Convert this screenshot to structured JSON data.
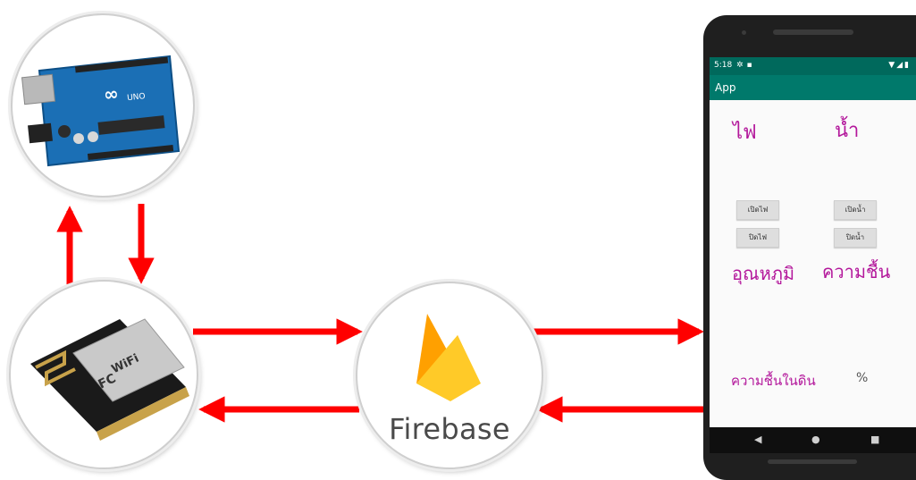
{
  "diagram": {
    "firebase_label": "Firebase",
    "arrow_color": "#ff0000",
    "firebase_colors": {
      "left": "#ffa000",
      "middle": "#ffca28",
      "right": "#ffa000"
    }
  },
  "phone": {
    "status_time": "5:18",
    "app_title": "App",
    "labels": {
      "light": "ไฟ",
      "water": "น้ำ",
      "temperature": "อุณหภูมิ",
      "humidity": "ความชื้น",
      "soil_moisture": "ความชื้นในดิน",
      "percent": "%"
    },
    "buttons": {
      "light_on": "เปิดไฟ",
      "light_off": "ปิดไฟ",
      "water_on": "เปิดน้ำ",
      "water_off": "ปิดน้ำ"
    },
    "icons": [
      "settings-icon",
      "sd-card-icon",
      "wifi-icon",
      "signal-icon",
      "battery-icon"
    ],
    "nav": {
      "back": "◀",
      "home": "●",
      "recent": "■"
    },
    "colors": {
      "statusbar": "#00695c",
      "appbar": "#00796b",
      "label": "#b3179b"
    }
  }
}
